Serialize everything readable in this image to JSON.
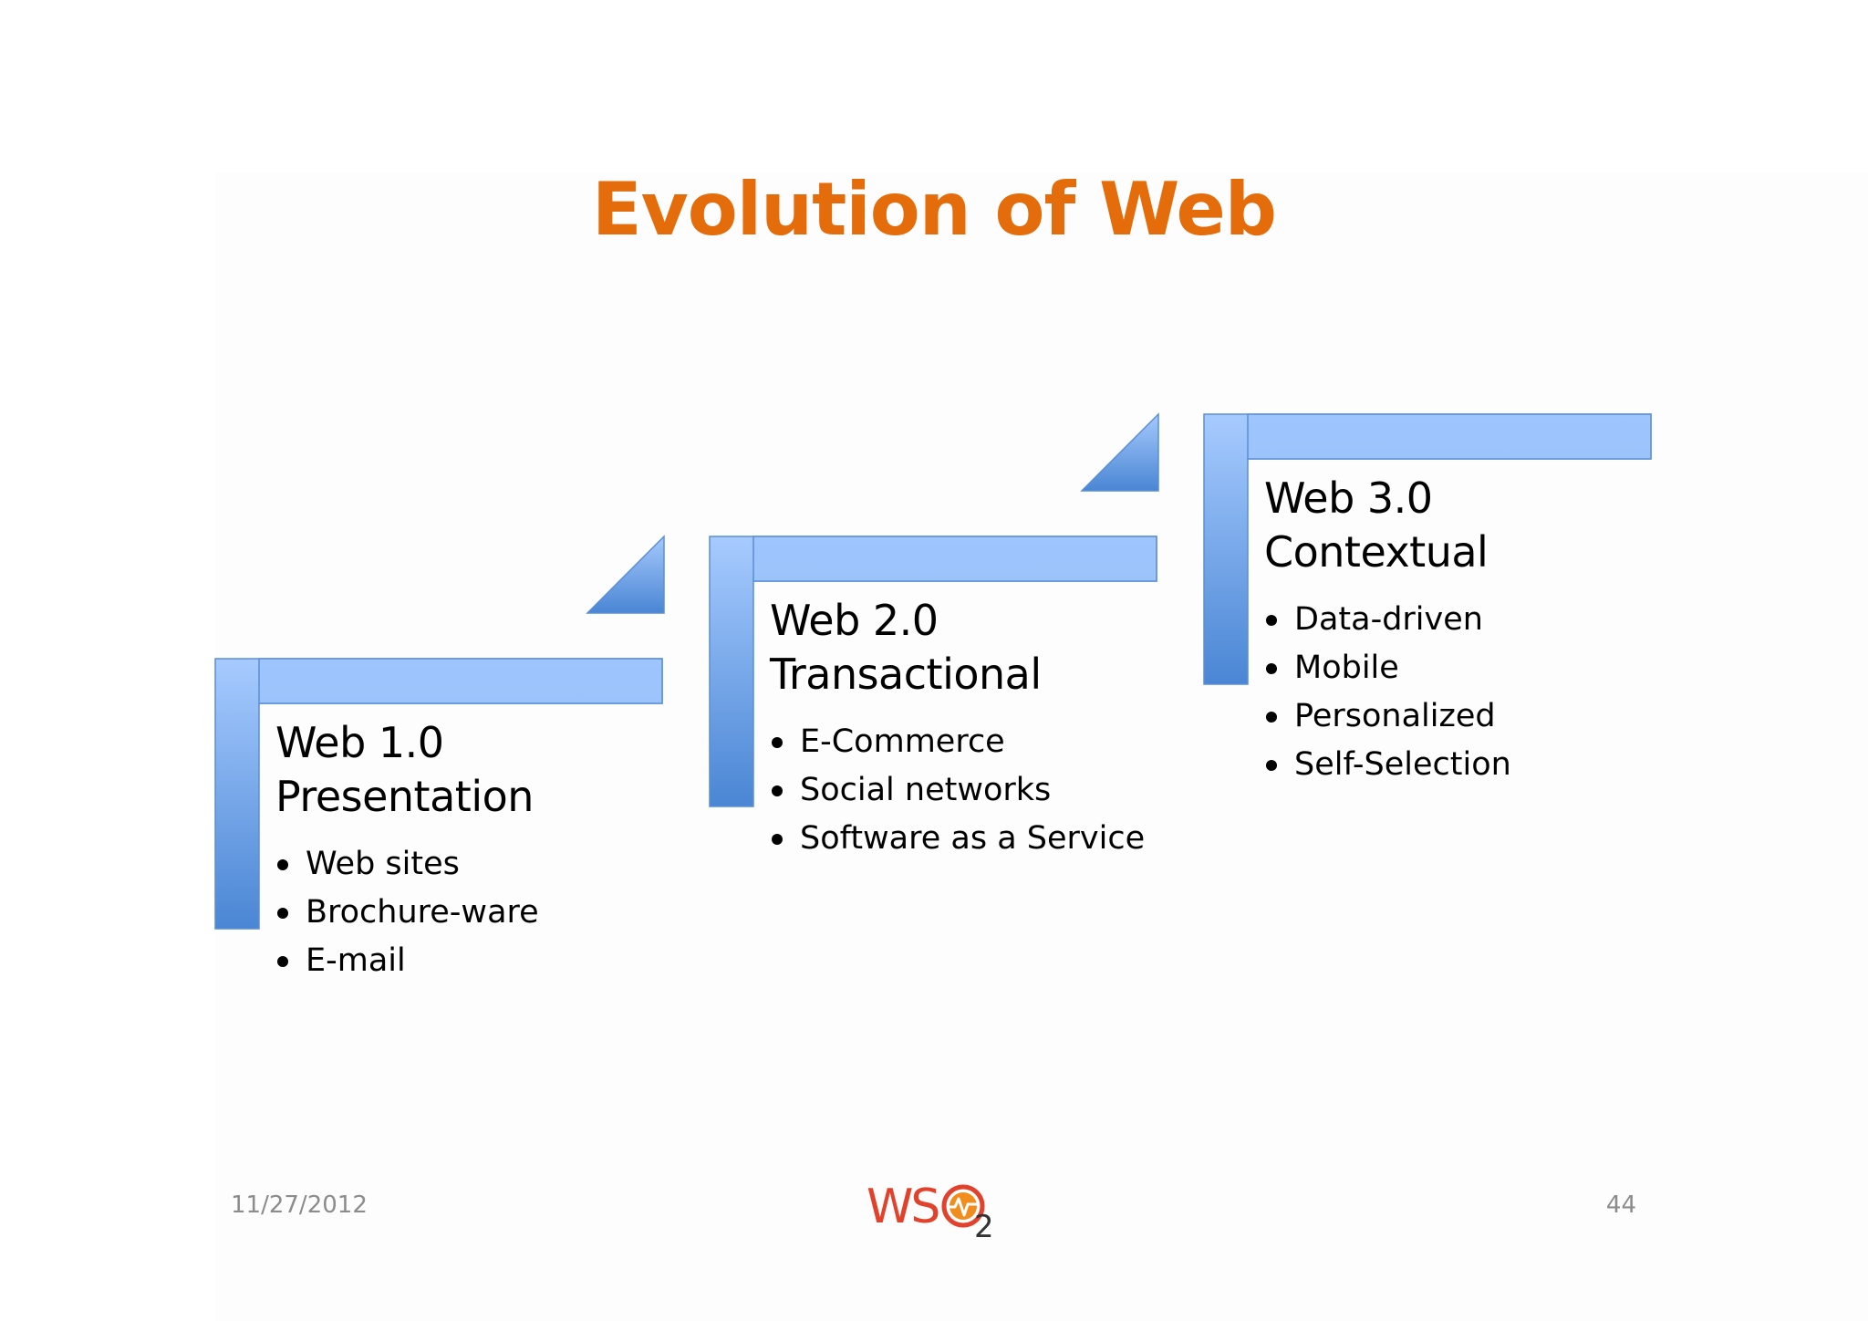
{
  "slide": {
    "title": "Evolution of Web",
    "date": "11/27/2012",
    "page_number": "44"
  },
  "logo": {
    "text_main": "WS",
    "text_sub": "2",
    "icon": "wso2-logo"
  },
  "stages": [
    {
      "version": "Web 1.0",
      "name": "Presentation",
      "bullets": [
        "Web sites",
        "Brochure-ware",
        "E-mail"
      ]
    },
    {
      "version": "Web 2.0",
      "name": "Transactional",
      "bullets": [
        "E-Commerce",
        "Social networks",
        "Software as a Service"
      ]
    },
    {
      "version": "Web 3.0",
      "name": "Contextual",
      "bullets": [
        "Data-driven",
        "Mobile",
        "Personalized",
        "Self-Selection"
      ]
    }
  ],
  "colors": {
    "title": "#e46c0a",
    "step_light": "#9dc3ff",
    "step_dark": "#4a86d4",
    "step_outline": "#5b8ed6",
    "footer_text": "#8c8c8c",
    "logo_red": "#e2422b",
    "logo_orange": "#f28c1c"
  }
}
